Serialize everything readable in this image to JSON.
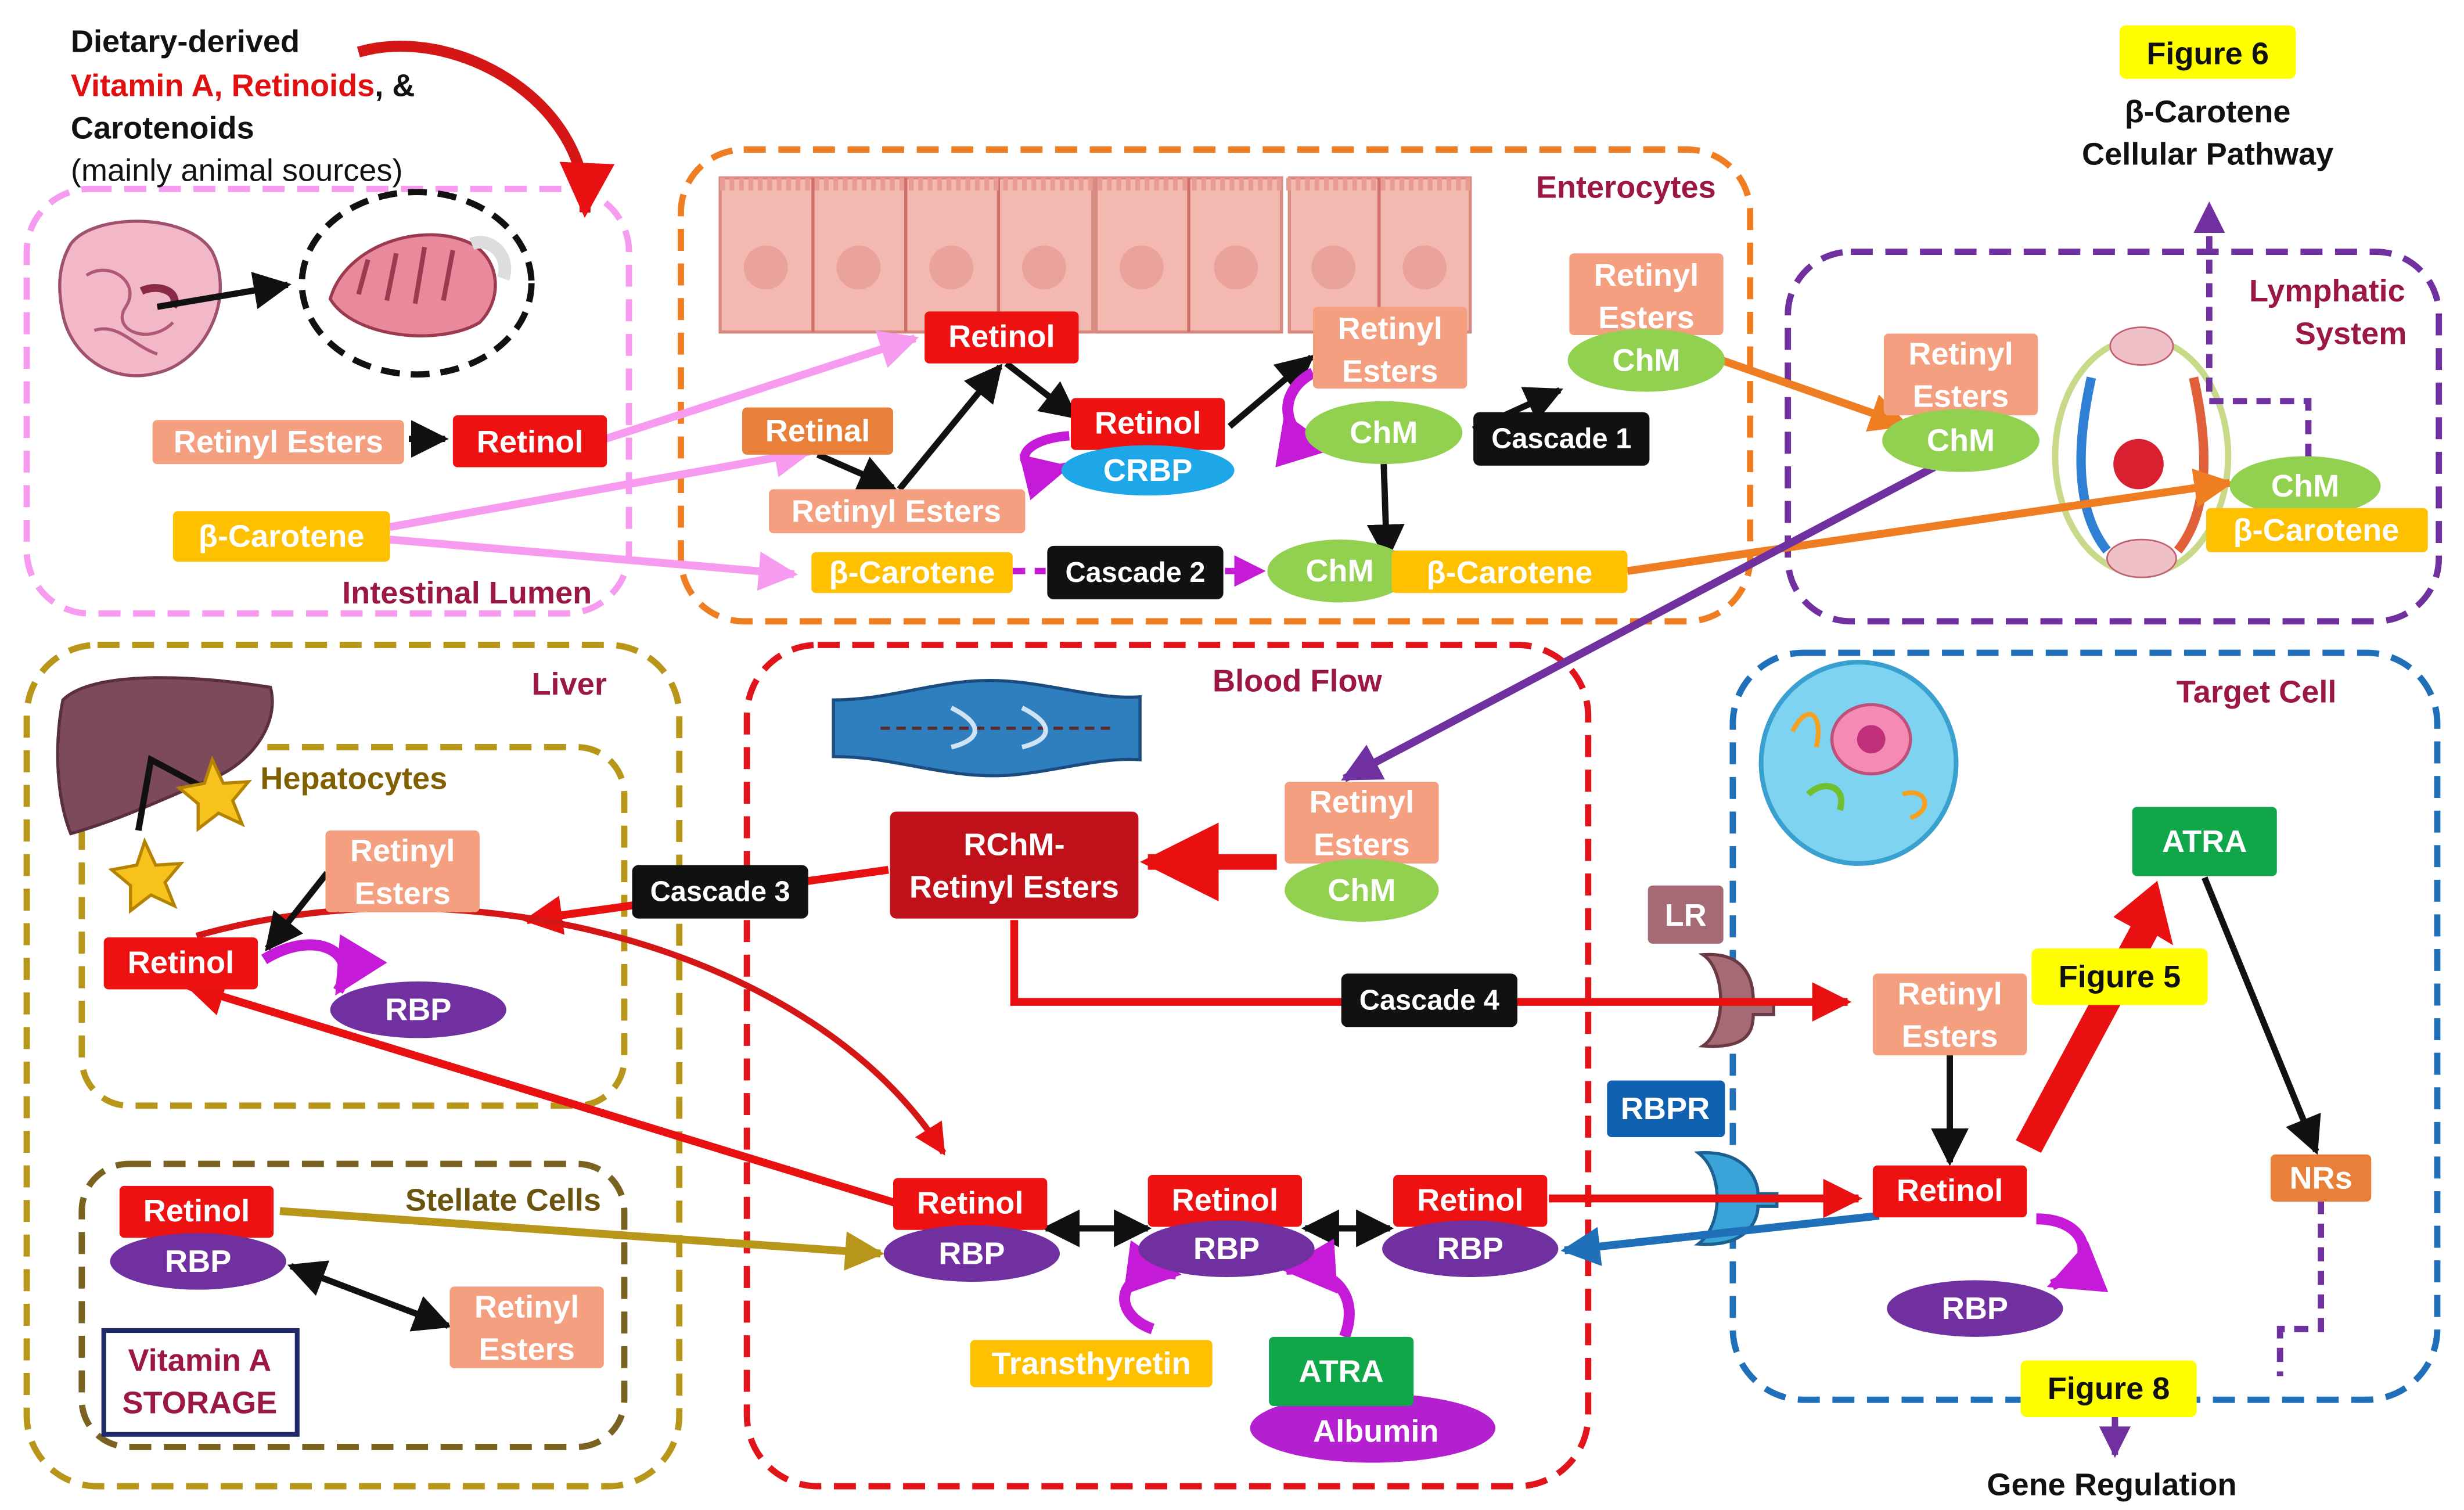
{
  "intro": {
    "line1": "Dietary-derived",
    "line2_red": "Vitamin A, Retinoids",
    "line2_black": ", &",
    "line3": "Carotenoids",
    "line4": "(mainly animal sources)"
  },
  "figure_refs": {
    "fig6": "Figure 6",
    "fig6_caption_1": "β-Carotene",
    "fig6_caption_2": "Cellular Pathway",
    "fig5": "Figure 5",
    "fig8": "Figure 8",
    "fig8_caption": "Gene Regulation"
  },
  "compartments": {
    "intestinal_lumen": "Intestinal Lumen",
    "enterocytes": "Enterocytes",
    "lymphatic_1": "Lymphatic",
    "lymphatic_2": "System",
    "liver": "Liver",
    "hepatocytes": "Hepatocytes",
    "stellate": "Stellate Cells",
    "blood_flow": "Blood Flow",
    "target_cell": "Target Cell"
  },
  "molecules": {
    "retinol": "Retinol",
    "retinal": "Retinal",
    "retinyl_esters": "Retinyl Esters",
    "retinyl": "Retinyl",
    "esters": "Esters",
    "beta_carotene": "β-Carotene",
    "chm": "ChM",
    "crbp": "CRBP",
    "rbp": "RBP",
    "rchm_1": "RChM-",
    "rchm_2": "Retinyl Esters",
    "transthyretin": "Transthyretin",
    "atra": "ATRA",
    "albumin": "Albumin",
    "lr": "LR",
    "rbpr": "RBPR",
    "nrs": "NRs"
  },
  "cascades": {
    "c1": "Cascade 1",
    "c2": "Cascade 2",
    "c3": "Cascade 3",
    "c4": "Cascade 4"
  },
  "storage": {
    "line1": "Vitamin A",
    "line2": "STORAGE"
  },
  "colors": {
    "red_box": "#ee1111",
    "salmon_box": "#f4a080",
    "orange_box": "#e8803a",
    "gold_box": "#ffc000",
    "chm_green": "#92d050",
    "crbp_blue": "#1ea7e8",
    "rbp_purple": "#7030a0",
    "atra_green": "#12a64a",
    "albumin_magenta": "#b41fd0",
    "cascade_black": "#111111",
    "figure_yellow": "#ffff00",
    "lumen_pink": "#f79bf0",
    "enterocyte_orange": "#ef7d21",
    "lymph_purple": "#7030a0",
    "liver_olive": "#b8961a",
    "stellate_brown": "#7a6220",
    "blood_red": "#e0141a",
    "target_blue": "#1f70b8"
  },
  "icons": [
    "intestine-icon",
    "intestinal-villus-icon",
    "enterocyte-cells-icon",
    "lymphatic-system-icon",
    "liver-icon",
    "star-icon",
    "blood-vessel-icon",
    "animal-cell-icon",
    "lr-receptor-icon",
    "rbpr-receptor-icon"
  ]
}
